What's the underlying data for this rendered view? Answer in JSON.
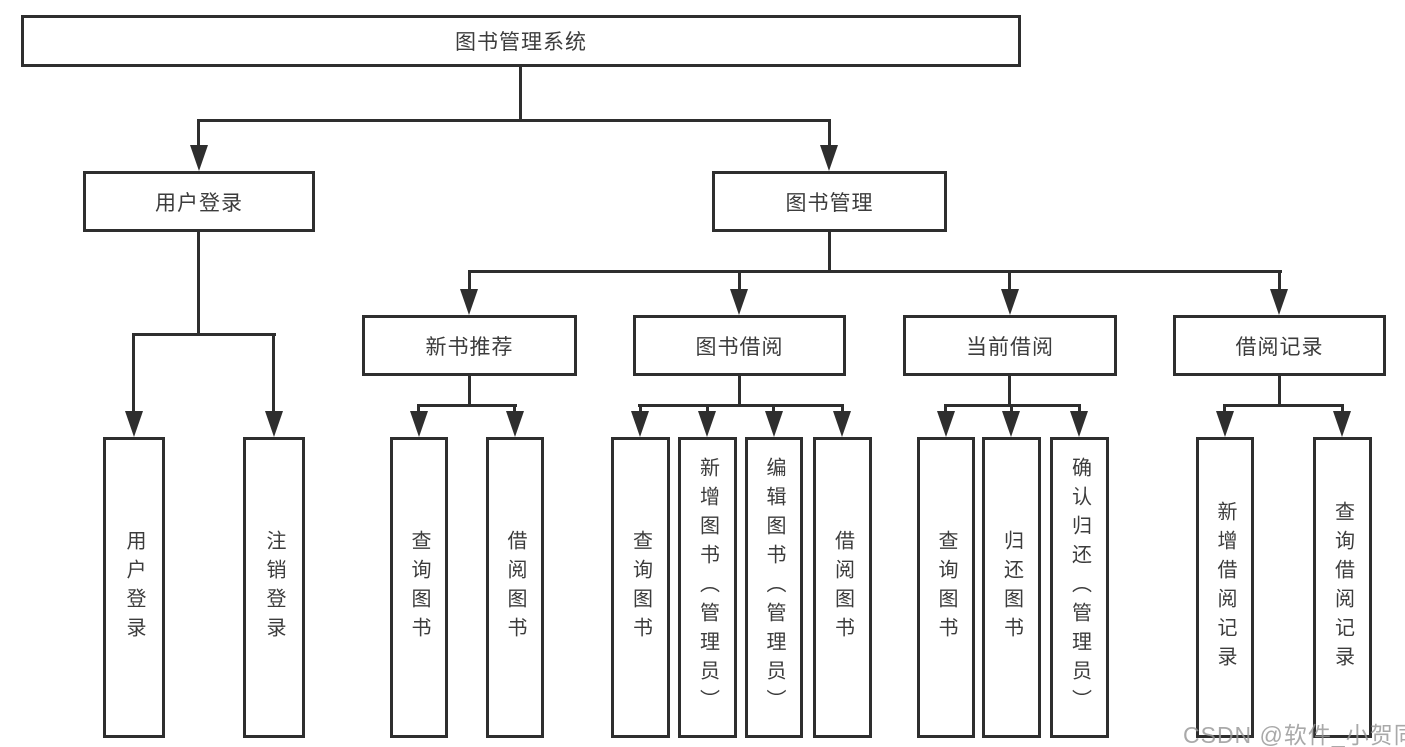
{
  "diagram": {
    "root": {
      "label": "图书管理系统"
    },
    "user_login": {
      "label": "用户登录",
      "children": [
        "用户登录",
        "注销登录"
      ]
    },
    "book_management": {
      "label": "图书管理",
      "sections": [
        {
          "label": "新书推荐",
          "children": [
            "查询图书",
            "借阅图书"
          ]
        },
        {
          "label": "图书借阅",
          "children": [
            "查询图书",
            "新增图书（管理员）",
            "编辑图书（管理员）",
            "借阅图书"
          ]
        },
        {
          "label": "当前借阅",
          "children": [
            "查询图书",
            "归还图书",
            "确认归还（管理员）"
          ]
        },
        {
          "label": "借阅记录",
          "children": [
            "新增借阅记录",
            "查询借阅记录"
          ]
        }
      ]
    }
  },
  "watermark": {
    "text": "CSDN @软件_小贺同学"
  },
  "colors": {
    "line": "#2e2e2e",
    "text": "#3c3c3c",
    "watermark": "#969696",
    "background": "#ffffff"
  }
}
